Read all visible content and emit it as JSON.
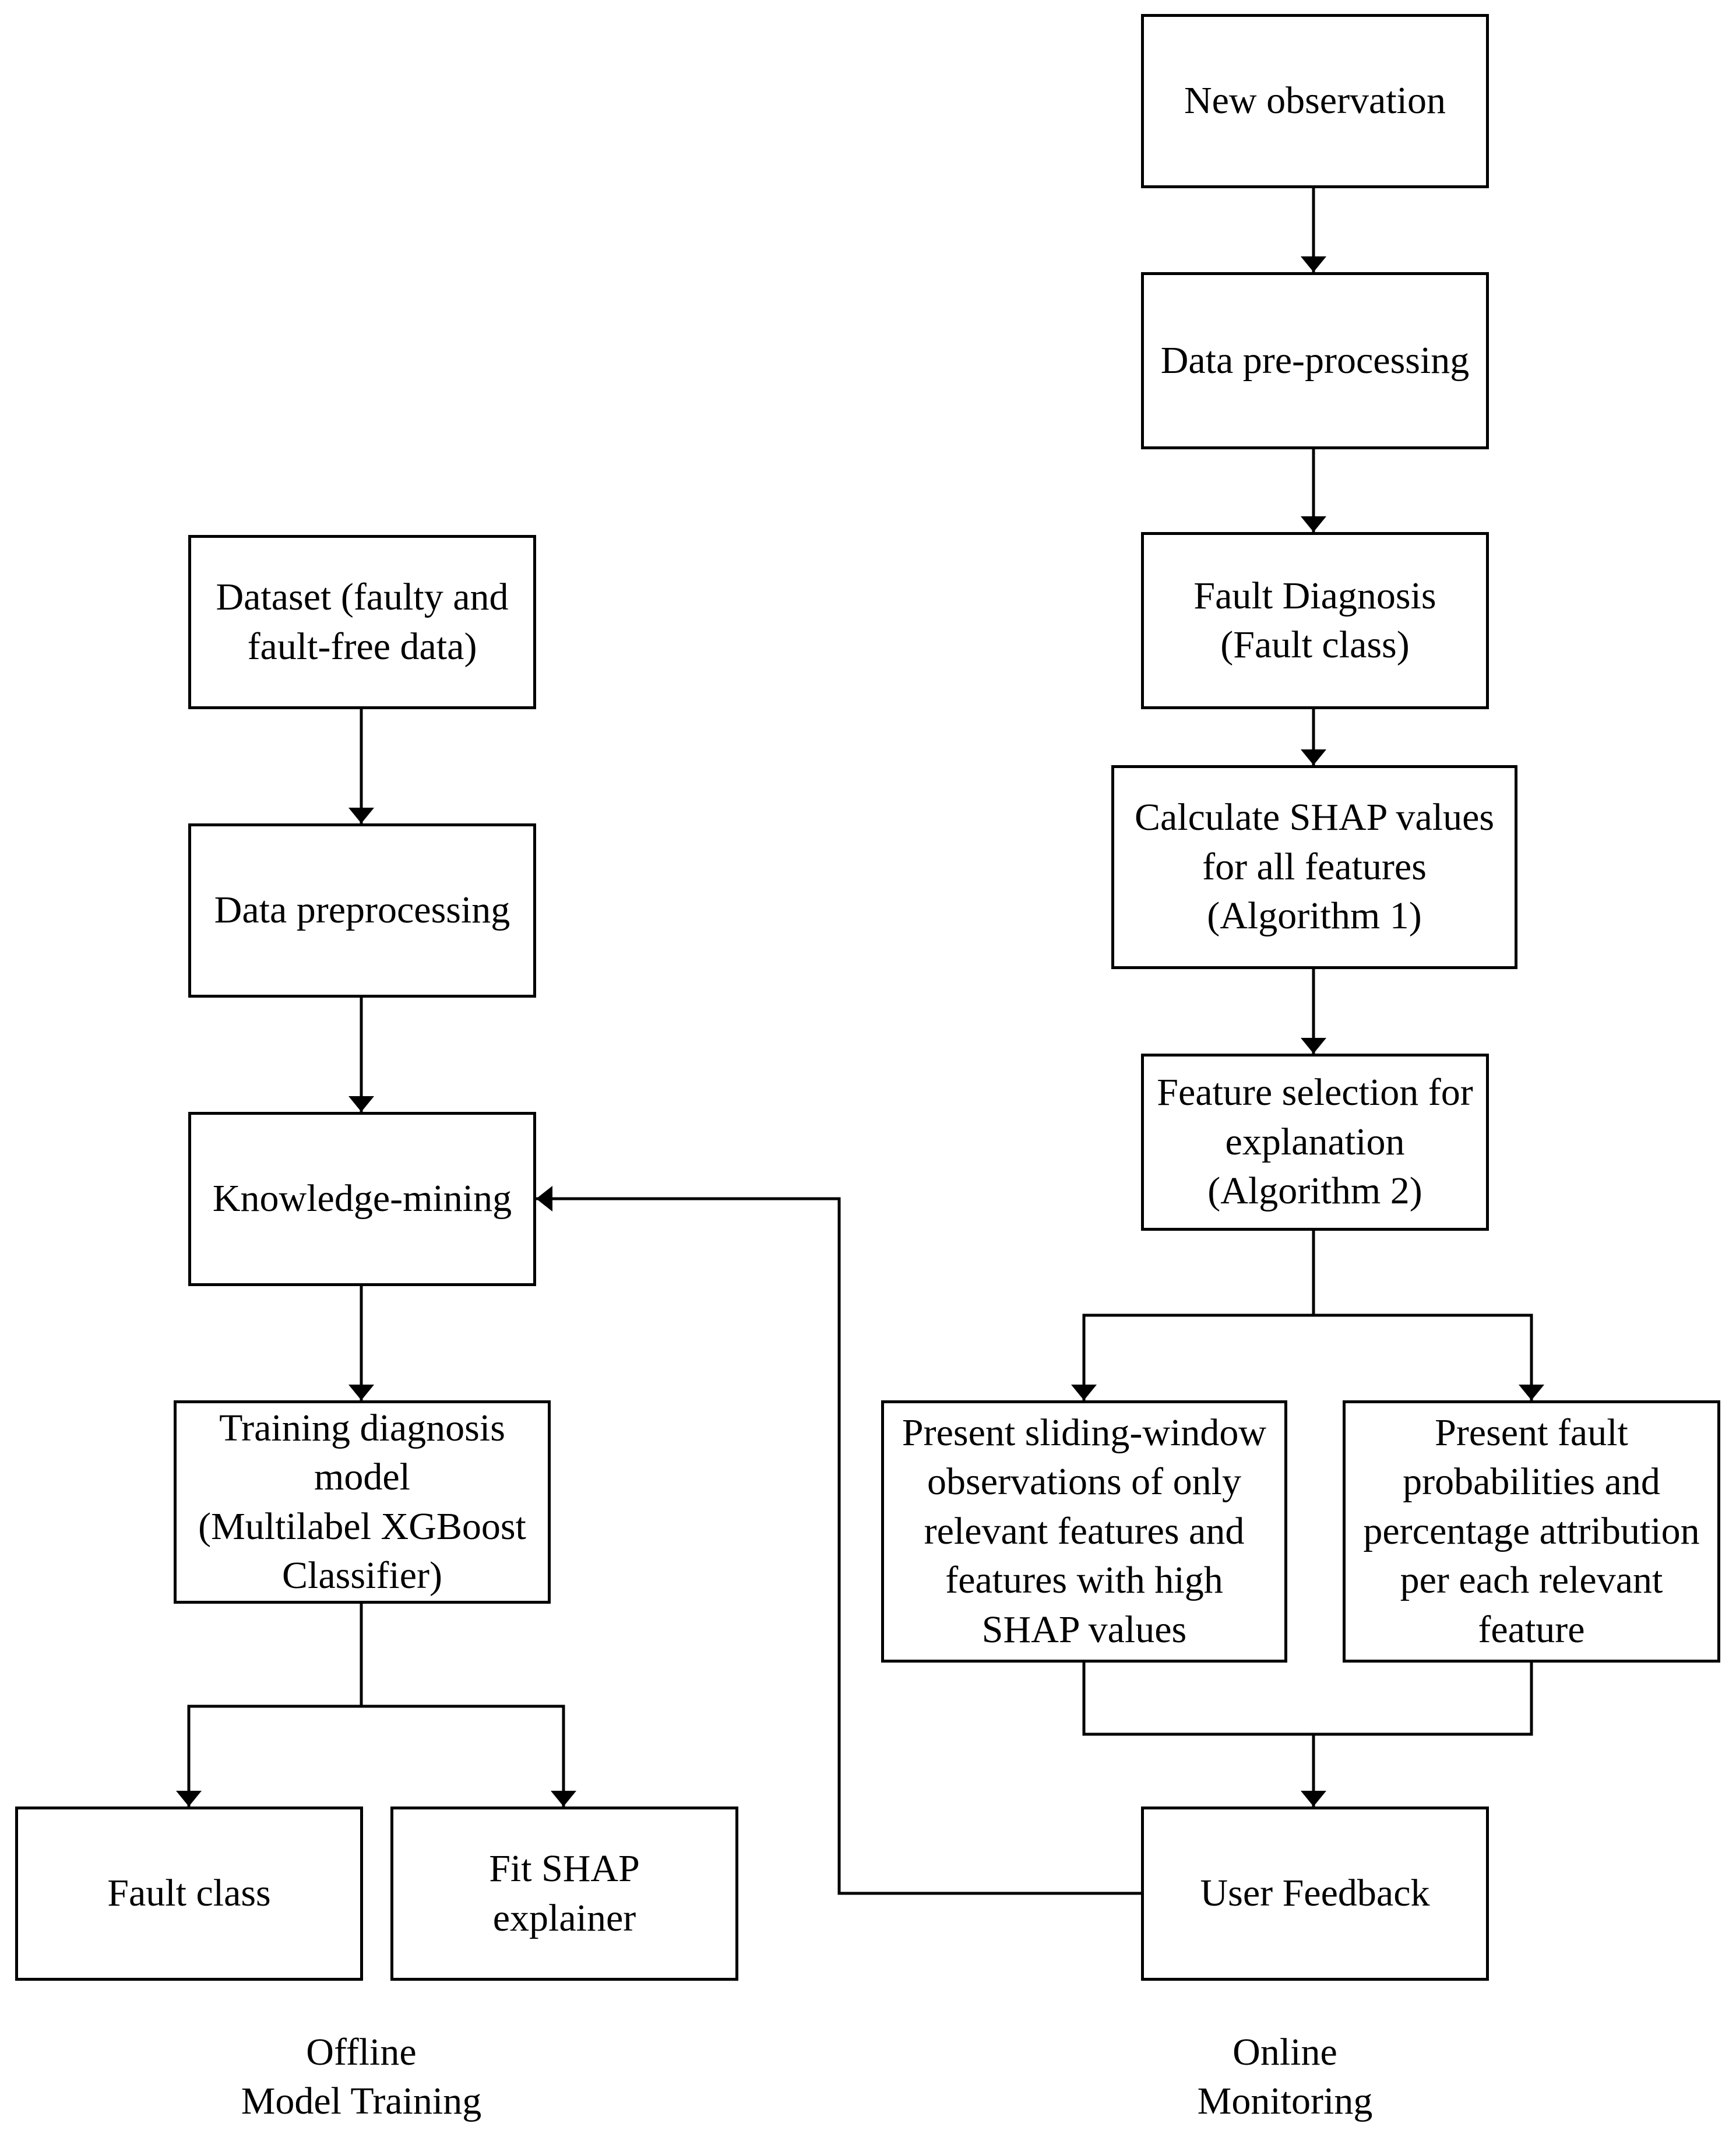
{
  "offline": {
    "dataset": [
      "Dataset (faulty and",
      "fault-free data)"
    ],
    "preprocessing": [
      "Data preprocessing"
    ],
    "knowledge_mining": [
      "Knowledge-mining"
    ],
    "training": [
      "Training diagnosis",
      "model",
      "(Multilabel XGBoost",
      "Classifier)"
    ],
    "fault_class": [
      "Fault class"
    ],
    "fit_shap": [
      "Fit SHAP",
      "explainer"
    ],
    "caption": [
      "Offline",
      "Model Training"
    ]
  },
  "online": {
    "new_observation": [
      "New observation"
    ],
    "preprocessing": [
      "Data pre-processing"
    ],
    "fault_diagnosis": [
      "Fault Diagnosis",
      "(Fault class)"
    ],
    "calculate_shap": [
      "Calculate SHAP  values",
      "for all features",
      "(Algorithm 1)"
    ],
    "feature_selection": [
      "Feature selection for",
      "explanation",
      "(Algorithm 2)"
    ],
    "present_window": [
      "Present sliding-window",
      "observations of only",
      "relevant features and",
      "features with high",
      "SHAP values"
    ],
    "present_probabilities": [
      "Present fault",
      "probabilities and",
      "percentage attribution",
      "per each relevant",
      "feature"
    ],
    "user_feedback": [
      "User Feedback"
    ],
    "caption": [
      "Online",
      "Monitoring"
    ]
  }
}
